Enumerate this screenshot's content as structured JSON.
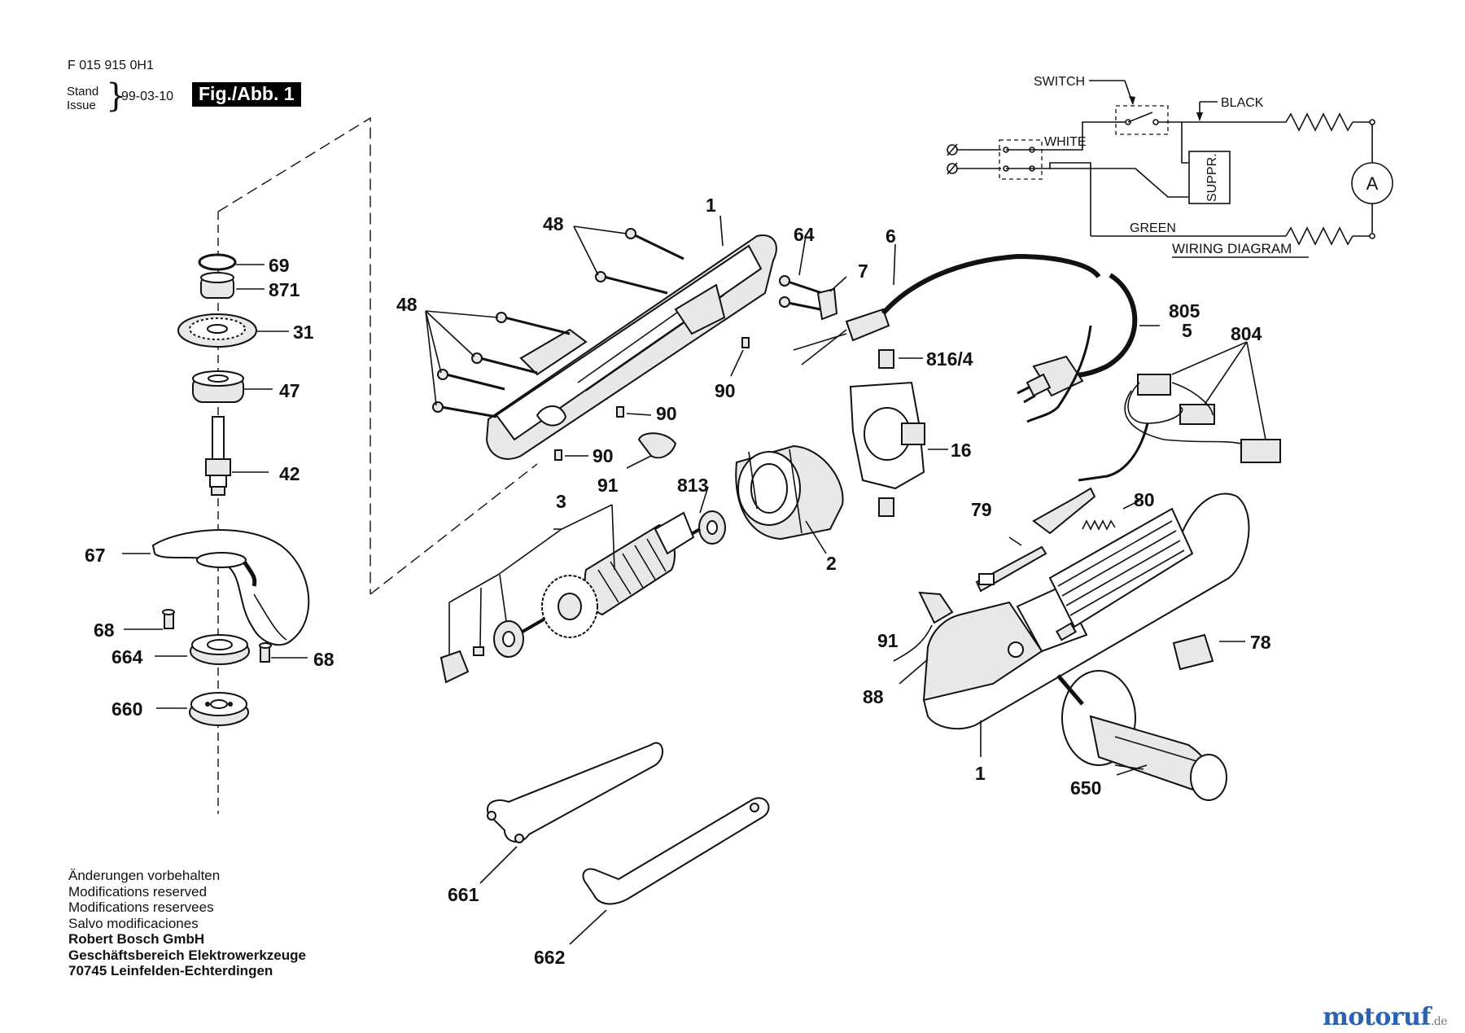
{
  "header": {
    "doc_number": "F 015 915 0H1",
    "stand_label": "Stand",
    "issue_label": "Issue",
    "date": "99-03-10",
    "figure_tag": "Fig./Abb. 1"
  },
  "wiring_diagram": {
    "title": "WIRING DIAGRAM",
    "switch": "SWITCH",
    "black": "BLACK",
    "white": "WHITE",
    "green": "GREEN",
    "suppressor": "SUPPR.",
    "motor": "A"
  },
  "parts": {
    "p1a": "1",
    "p1b": "1",
    "p2": "2",
    "p3": "3",
    "p5": "5",
    "p6": "6",
    "p7": "7",
    "p16": "16",
    "p31": "31",
    "p42": "42",
    "p47": "47",
    "p48a": "48",
    "p48b": "48",
    "p64": "64",
    "p67": "67",
    "p68a": "68",
    "p68b": "68",
    "p69": "69",
    "p78": "78",
    "p79": "79",
    "p80": "80",
    "p88": "88",
    "p90a": "90",
    "p90b": "90",
    "p90c": "90",
    "p91a": "91",
    "p91b": "91",
    "p650": "650",
    "p660": "660",
    "p661": "661",
    "p662": "662",
    "p664": "664",
    "p804": "804",
    "p805": "805",
    "p813": "813",
    "p816": "816/4",
    "p871": "871"
  },
  "footer": {
    "line1": "Änderungen vorbehalten",
    "line2": "Modifications reserved",
    "line3": "Modifications reservees",
    "line4": "Salvo modificaciones",
    "company": "Robert Bosch GmbH",
    "division": "Geschäftsbereich Elektrowerkzeuge",
    "address": "70745 Leinfelden-Echterdingen"
  },
  "watermark": {
    "brand": "motoruf",
    "tld": ".de"
  }
}
